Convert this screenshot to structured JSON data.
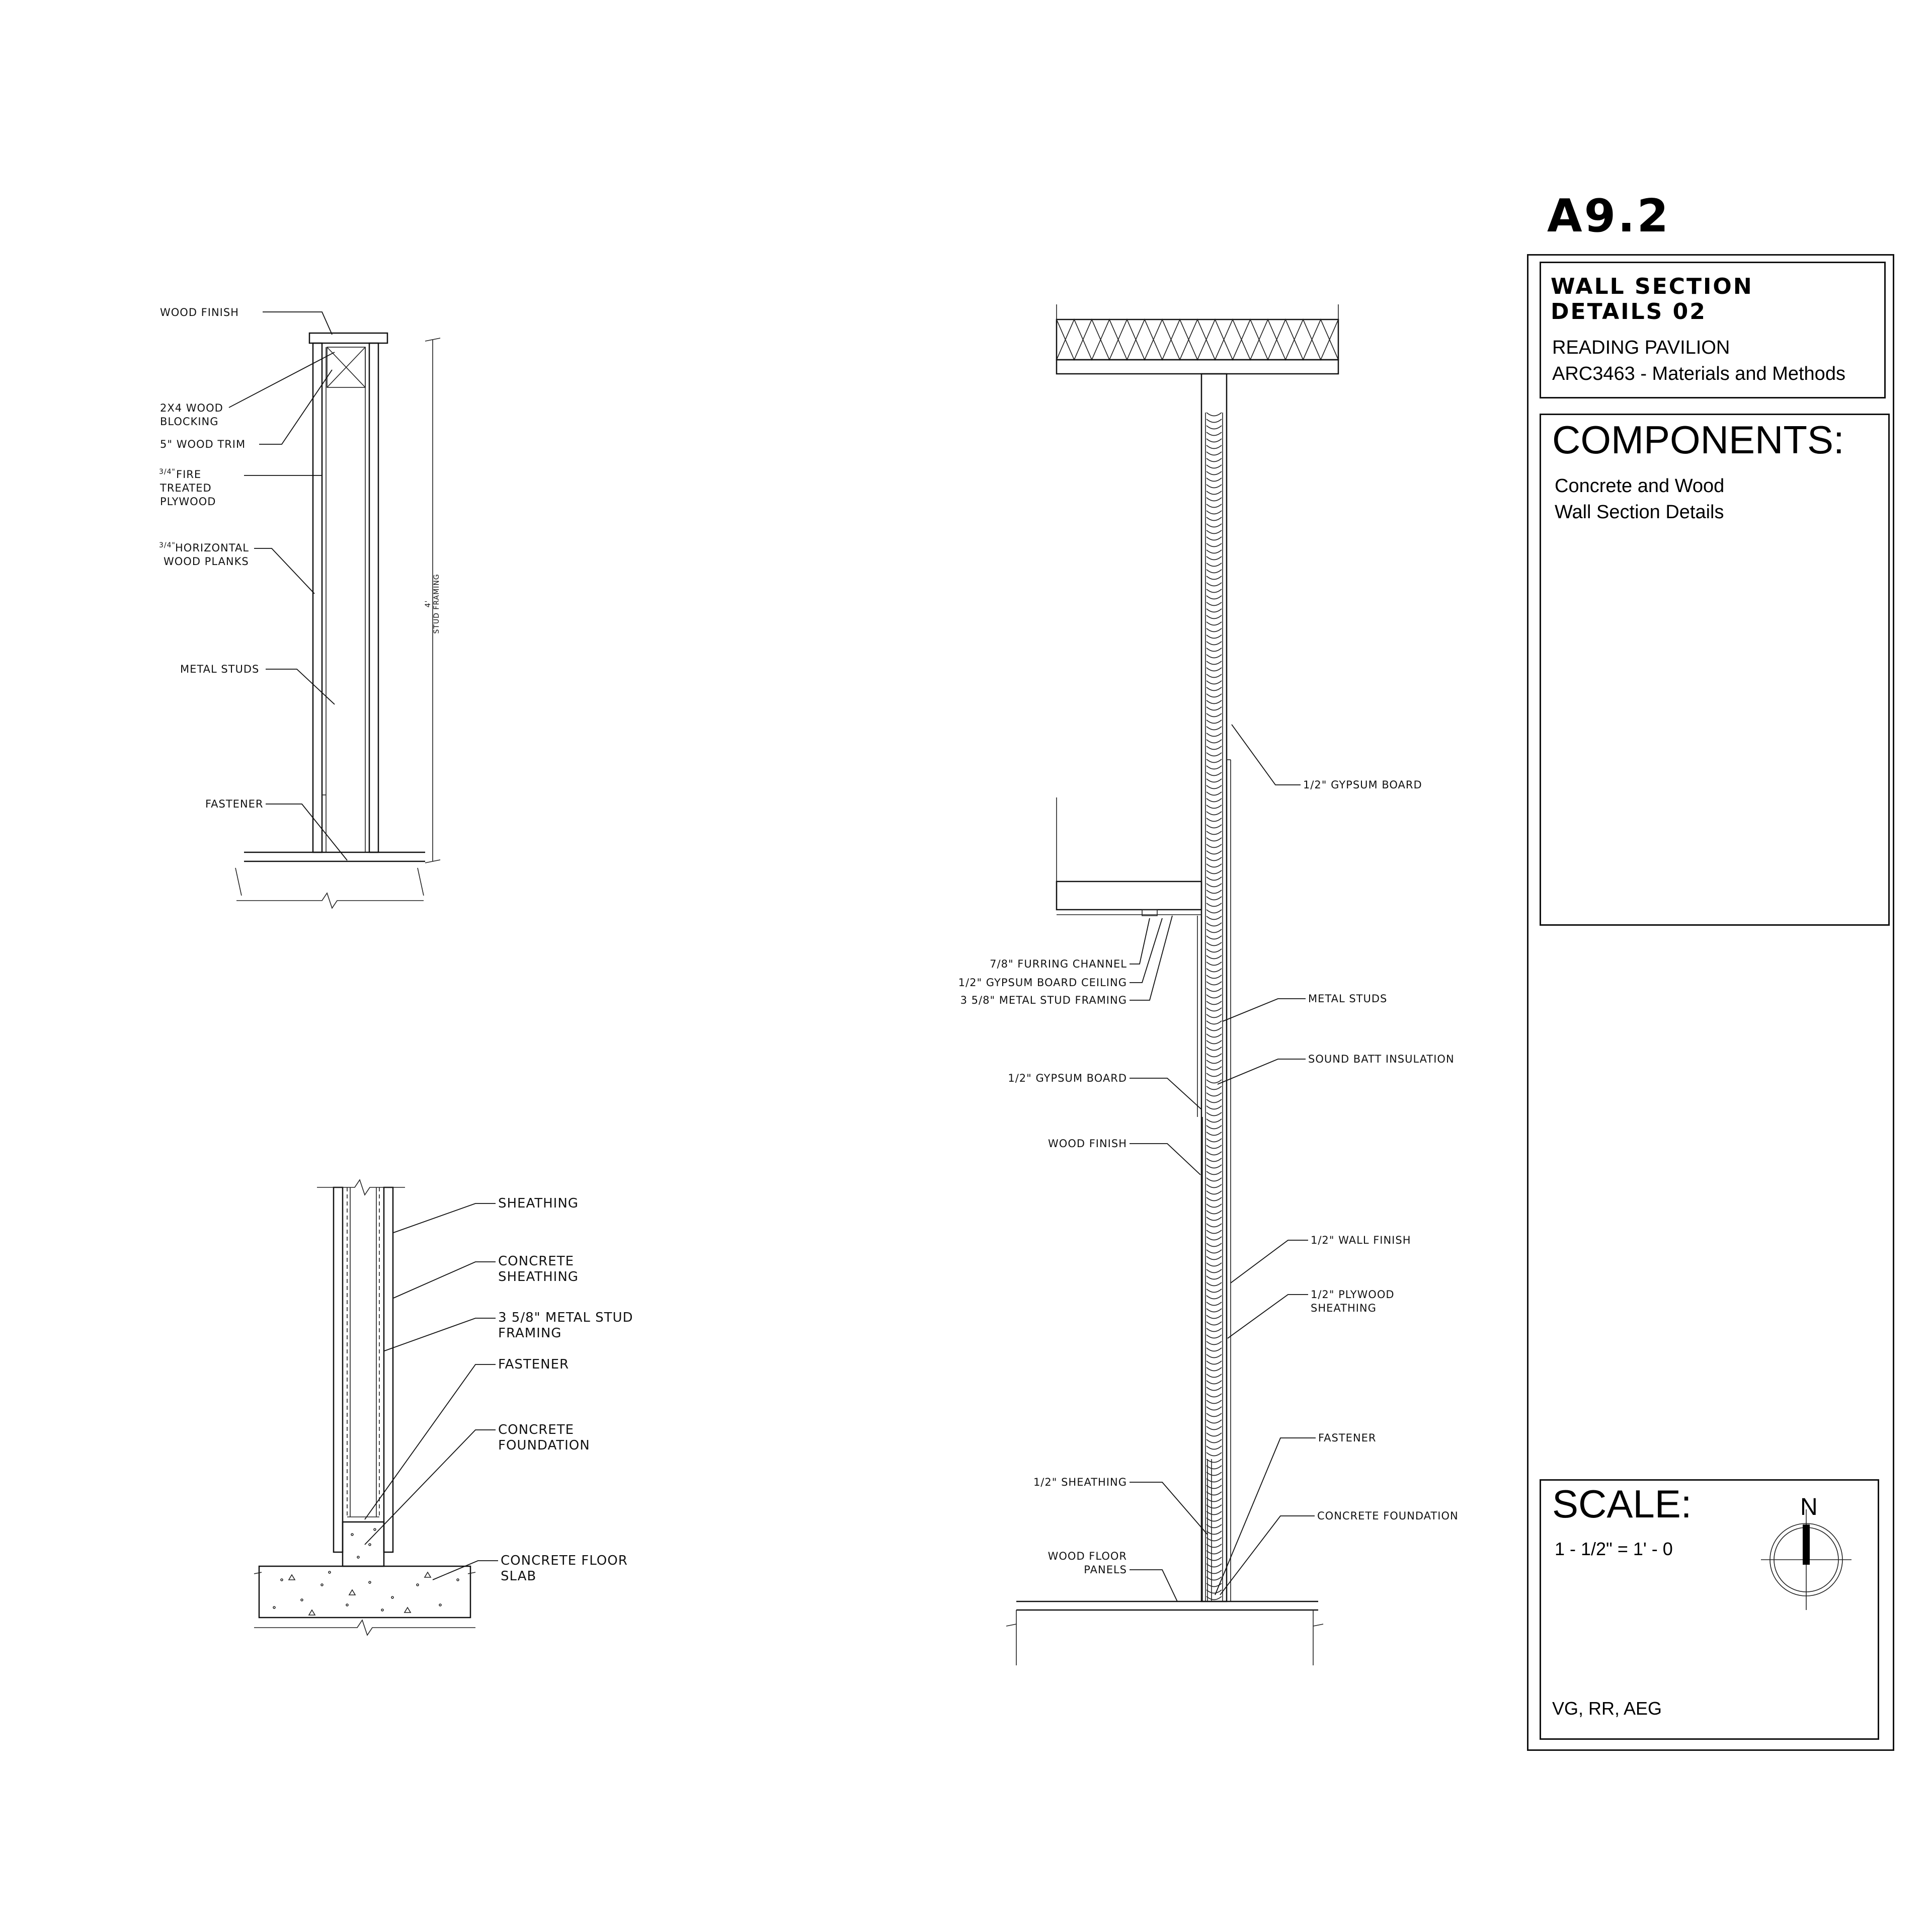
{
  "sheet": {
    "number": "A9.2",
    "title_line1": "WALL SECTION",
    "title_line2": "DETAILS 02",
    "project": "READING PAVILION",
    "course": "ARC3463 - Materials and Methods",
    "components_heading": "COMPONENTS:",
    "components_line1": "Concrete and Wood",
    "components_line2": "Wall Section Details",
    "scale_heading": "SCALE:",
    "scale_value": "1 - 1/2\" = 1' - 0",
    "north_label": "N",
    "authors": "VG, RR, AEG"
  },
  "detail_top_left": {
    "wood_finish": "WOOD FINISH",
    "blocking_1": "2X4 WOOD",
    "blocking_2": "BLOCKING",
    "trim": "5\"   WOOD TRIM",
    "plywood_frac": "3/4\"",
    "plywood_1": "FIRE",
    "plywood_2": "TREATED",
    "plywood_3": "PLYWOOD",
    "planks_frac": "3/4\"",
    "planks_1": "HORIZONTAL",
    "planks_2": "WOOD PLANKS",
    "studs": "METAL STUDS",
    "fastener": "FASTENER",
    "dim_value": "4'",
    "dim_label": "STUD FRAMING"
  },
  "detail_bottom_left": {
    "sheathing": "SHEATHING",
    "concrete_sheathing_1": "CONCRETE",
    "concrete_sheathing_2": "SHEATHING",
    "stud_1": "3 5/8\" METAL STUD",
    "stud_2": "FRAMING",
    "fastener": "FASTENER",
    "foundation_1": "CONCRETE",
    "foundation_2": "FOUNDATION",
    "slab_1": "CONCRETE FLOOR",
    "slab_2": "SLAB"
  },
  "detail_main": {
    "gypsum_top": "1/2\" GYPSUM BOARD",
    "furring": "7/8\" FURRING CHANNEL",
    "gyp_ceiling": "1/2\" GYPSUM BOARD CEILING",
    "stud_framing": "3 5/8\" METAL STUD FRAMING",
    "metal_studs": "METAL STUDS",
    "sound_batt": "SOUND BATT INSULATION",
    "gypsum_left": "1/2\" GYPSUM BOARD",
    "wood_finish": "WOOD FINISH",
    "wall_finish": "1/2\" WALL FINISH",
    "plywood_1": "1/2\" PLYWOOD",
    "plywood_2": "SHEATHING",
    "fastener": "FASTENER",
    "sheathing": "1/2\" SHEATHING",
    "concrete_foundation": "CONCRETE FOUNDATION",
    "floor_1": "WOOD FLOOR",
    "floor_2": "PANELS"
  }
}
